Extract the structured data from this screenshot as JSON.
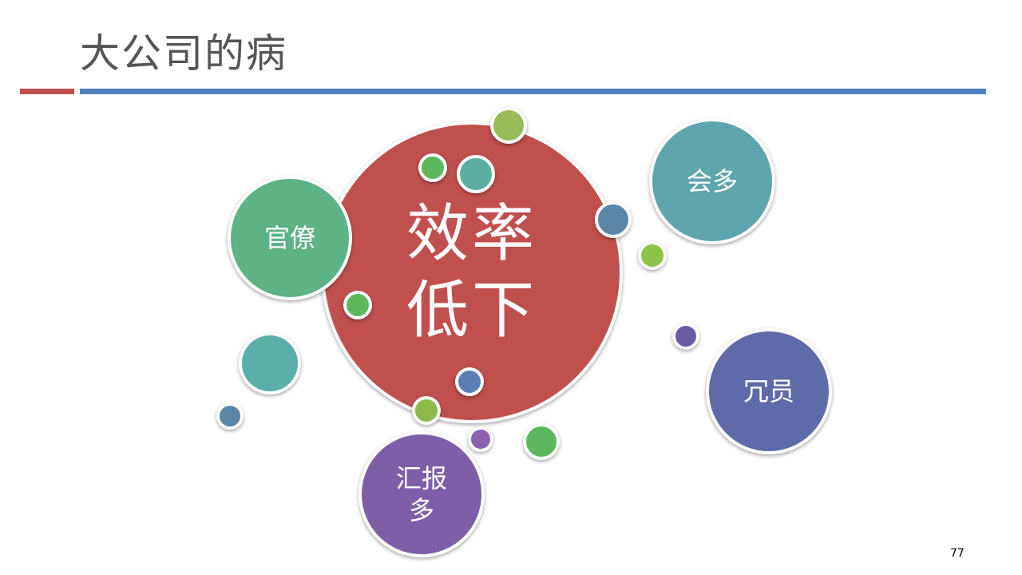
{
  "slide": {
    "title": "大公司的病",
    "page_number": "77"
  },
  "bubbles": {
    "center": {
      "line1": "效率",
      "line2": "低下",
      "color": "#c0504d"
    },
    "bureaucracy": {
      "label": "官僚",
      "color": "#5db286"
    },
    "meetings": {
      "label": "会多",
      "color": "#5ea5ae"
    },
    "redundant_staff": {
      "label": "冗员",
      "color": "#5f6aa8"
    },
    "reports": {
      "line1": "汇报",
      "line2": "多",
      "color": "#7c5fa6"
    }
  },
  "colors": {
    "accent_red": "#c0504d",
    "accent_blue": "#4f81bd",
    "green": "#5cb85c",
    "olive": "#9bbb59",
    "teal": "#5aafa0",
    "steel": "#5b86a8",
    "purple": "#7a5fa6"
  }
}
